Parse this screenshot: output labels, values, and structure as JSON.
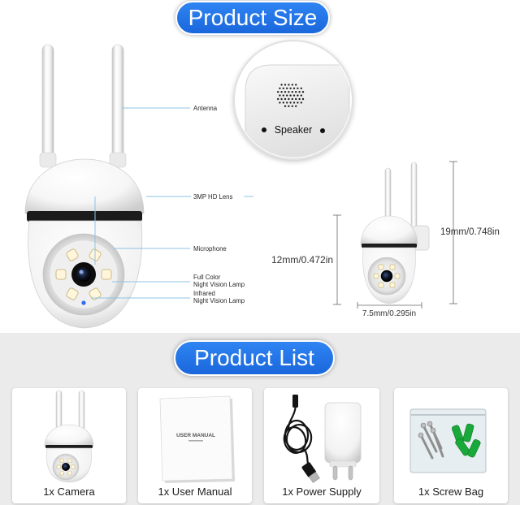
{
  "colors": {
    "accent": "#1f6fe3",
    "callout_line": "#8cc4e6",
    "section_background": "#ebebeb",
    "led_warm": "#fff6dc",
    "anchor_green": "#19a83a"
  },
  "product_size": {
    "title": "Product Size",
    "callouts": [
      {
        "lines": [
          "Antenna"
        ]
      },
      {
        "lines": [
          "3MP HD Lens"
        ]
      },
      {
        "lines": [
          "Microphone"
        ]
      },
      {
        "lines": [
          "Full Color",
          "Night Vision Lamp"
        ]
      },
      {
        "lines": [
          "Infrared",
          "Night Vision Lamp"
        ]
      }
    ],
    "speaker_label": "Speaker",
    "dimensions": {
      "height": "19mm/0.748in",
      "width": "12mm/0.472in",
      "depth": "7.5mm/0.295in"
    }
  },
  "product_list": {
    "title": "Product List",
    "items": [
      {
        "label": "1x Camera",
        "icon": "camera-icon"
      },
      {
        "label": "1x User Manual",
        "icon": "user-manual-icon",
        "manual_title": "USER MANUAL"
      },
      {
        "label": "1x Power Supply",
        "icon": "power-supply-icon"
      },
      {
        "label": "1x Screw Bag",
        "icon": "screw-bag-icon"
      }
    ]
  }
}
